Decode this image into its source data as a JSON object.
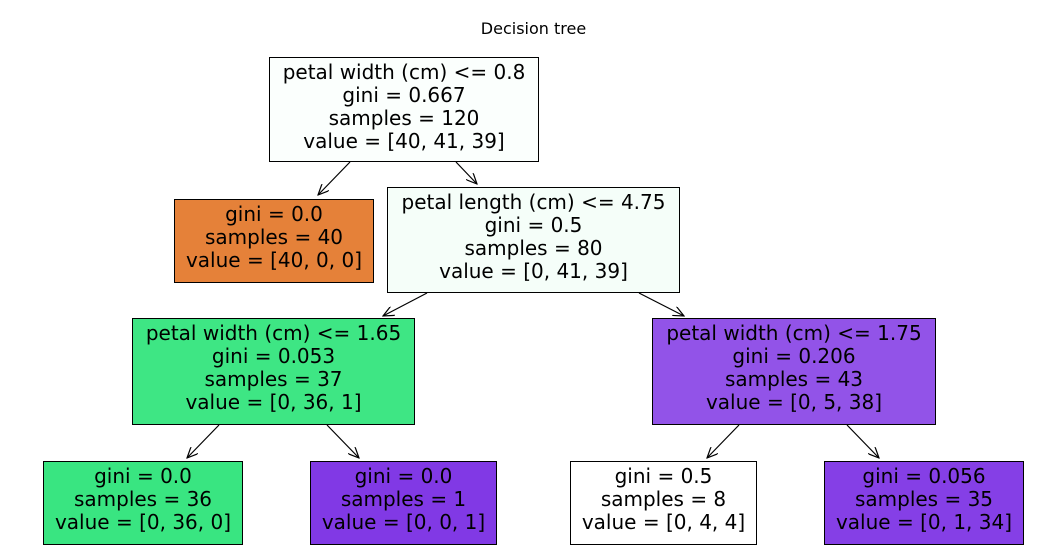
{
  "title": "Decision tree",
  "tree": {
    "root": {
      "condition": "petal width (cm) <= 0.8",
      "gini": "gini = 0.667",
      "samples": "samples = 120",
      "value": "value = [40, 41, 39]",
      "fill": "#fbfffd"
    },
    "leaf_setosa": {
      "gini": "gini = 0.0",
      "samples": "samples = 40",
      "value": "value = [40, 0, 0]",
      "fill": "#e58139"
    },
    "split_length": {
      "condition": "petal length (cm) <= 4.75",
      "gini": "gini = 0.5",
      "samples": "samples = 80",
      "value": "value = [0, 41, 39]",
      "fill": "#f5fef9"
    },
    "split_width_left": {
      "condition": "petal width (cm) <= 1.65",
      "gini": "gini = 0.053",
      "samples": "samples = 37",
      "value": "value = [0, 36, 1]",
      "fill": "#3ee684"
    },
    "split_width_right": {
      "condition": "petal width (cm) <= 1.75",
      "gini": "gini = 0.206",
      "samples": "samples = 43",
      "value": "value = [0, 5, 38]",
      "fill": "#9253e8"
    },
    "leaf_ll": {
      "gini": "gini = 0.0",
      "samples": "samples = 36",
      "value": "value = [0, 36, 0]",
      "fill": "#39e581"
    },
    "leaf_lr": {
      "gini": "gini = 0.0",
      "samples": "samples = 1",
      "value": "value = [0, 0, 1]",
      "fill": "#8139e5"
    },
    "leaf_rl": {
      "gini": "gini = 0.5",
      "samples": "samples = 8",
      "value": "value = [0, 4, 4]",
      "fill": "#ffffff"
    },
    "leaf_rr": {
      "gini": "gini = 0.056",
      "samples": "samples = 35",
      "value": "value = [0, 1, 34]",
      "fill": "#853fe6"
    }
  }
}
